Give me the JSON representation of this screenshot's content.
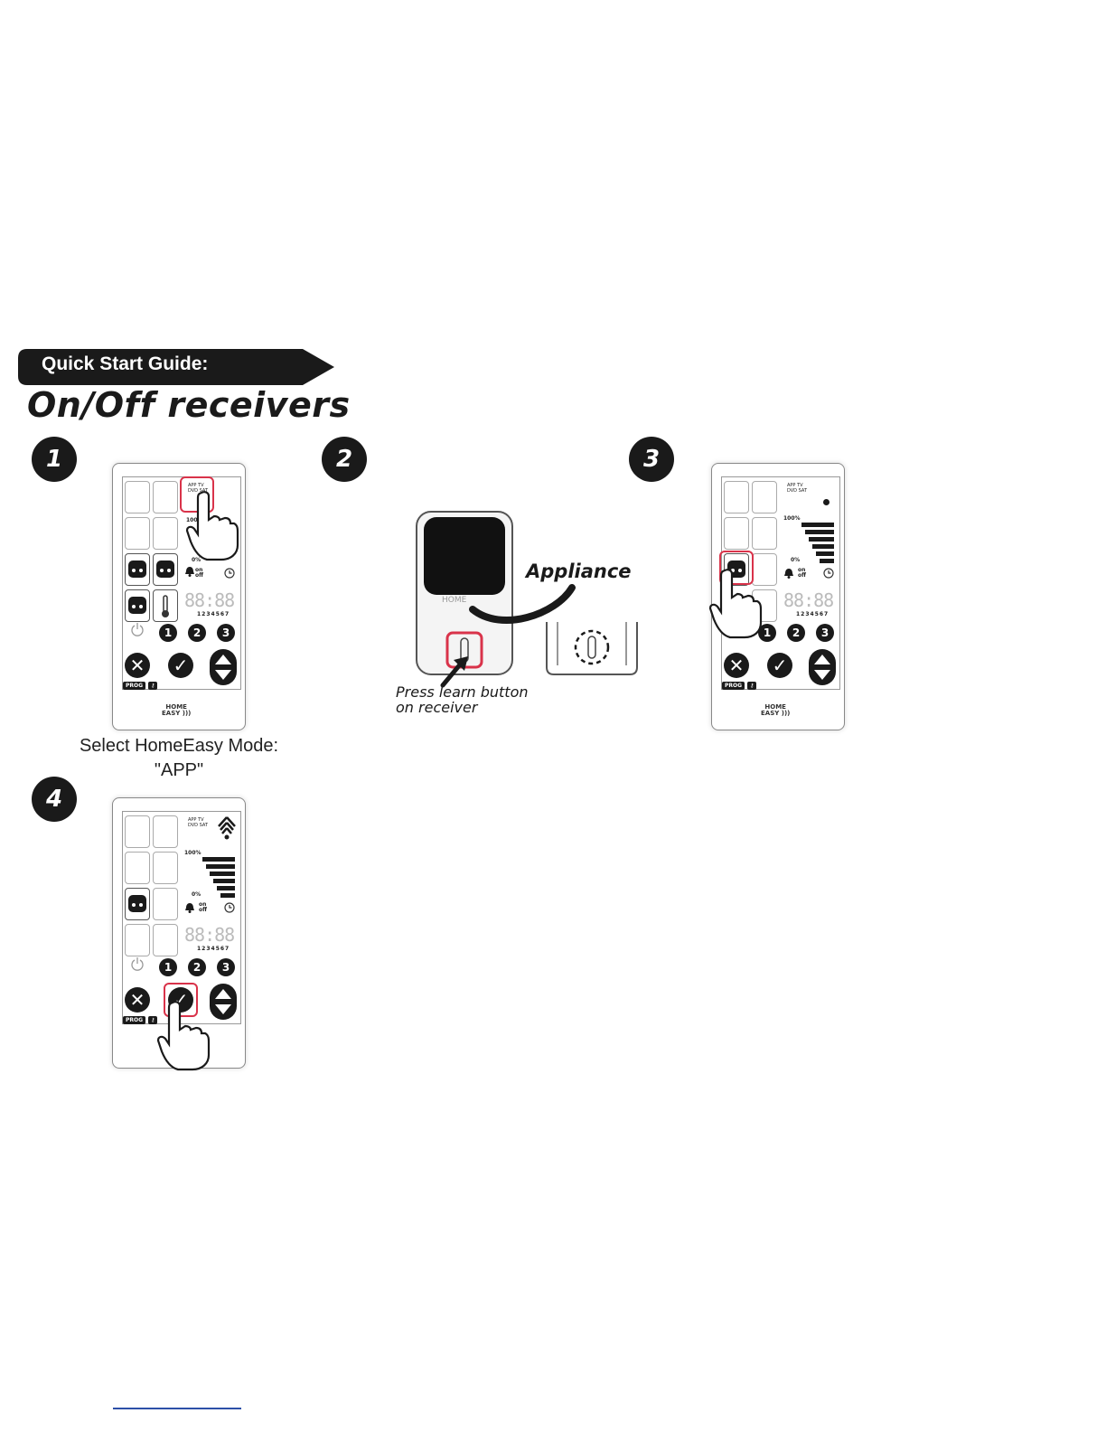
{
  "header": {
    "banner_label": "Quick Start Guide:",
    "title": "On/Off receivers"
  },
  "steps": [
    {
      "number": "1",
      "caption_line1": "Select HomeEasy Mode:",
      "caption_line2": "\"APP\""
    },
    {
      "number": "2",
      "appliance_label": "Appliance",
      "learn_label": "Press learn button\non receiver"
    },
    {
      "number": "3"
    },
    {
      "number": "4"
    }
  ],
  "remote": {
    "mode_labels": [
      "APP",
      "TV",
      "DVD",
      "SAT"
    ],
    "level_top": "100%",
    "level_bottom": "0%",
    "timer_on": "on",
    "timer_off": "off",
    "digits": "88:88",
    "days": "1234567",
    "channels": [
      "1",
      "2",
      "3"
    ],
    "prog_label": "PROG",
    "logo_line1": "HOME",
    "logo_line2": "EASY"
  },
  "colors": {
    "highlight": "#d9334a",
    "banner": "#1a1a1a"
  }
}
